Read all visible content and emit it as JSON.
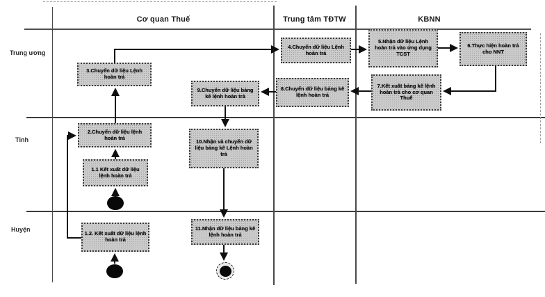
{
  "diagram": {
    "title_type": "swimlane-flowchart",
    "columns": [
      {
        "label": "Cơ quan Thuế"
      },
      {
        "label": "Trung tâm TĐTW"
      },
      {
        "label": "KBNN"
      }
    ],
    "lanes": [
      {
        "label": "Trung ương"
      },
      {
        "label": "Tỉnh"
      },
      {
        "label": "Huyện"
      }
    ],
    "nodes": {
      "b1_1": {
        "label": "1.1 Kết xuất dữ liệu lệnh hoàn trả"
      },
      "b1_2": {
        "label": "1.2. Kết xuất dữ liệu lệnh hoàn trả"
      },
      "b2": {
        "label": "2.Chuyển dữ liệu lệnh hoàn trả"
      },
      "b3": {
        "label": "3.Chuyển dữ liệu Lệnh hoàn trả"
      },
      "b4": {
        "label": "4.Chuyển dữ liệu Lệnh hoàn trả"
      },
      "b5": {
        "label": "5.Nhận dữ liệu Lệnh hoàn trả vào ứng dụng TCST"
      },
      "b6": {
        "label": "6.Thực hiện hoàn trả cho NNT"
      },
      "b7": {
        "label": "7.Kết xuất bảng kê lệnh hoàn trả cho cơ quan Thuế"
      },
      "b8": {
        "label": "8.Chuyển dữ liệu bảng kê lệnh hoàn trả"
      },
      "b9": {
        "label": "9.Chuyển dữ liệu bảng kê lệnh hoàn trả"
      },
      "b10": {
        "label": "10.Nhận và chuyển dữ liệu bảng kê Lệnh hoàn trả"
      },
      "b11": {
        "label": "11.Nhận dữ liệu bảng kê lệnh hoàn trả"
      }
    },
    "icons": {
      "start_node": "filled-circle-start",
      "end_node": "bullseye-end"
    },
    "colors": {
      "box_fill": "#c9c9c9",
      "box_border": "#3a3a3a",
      "line": "#1a1a1a",
      "background": "#fdfdfc"
    }
  }
}
